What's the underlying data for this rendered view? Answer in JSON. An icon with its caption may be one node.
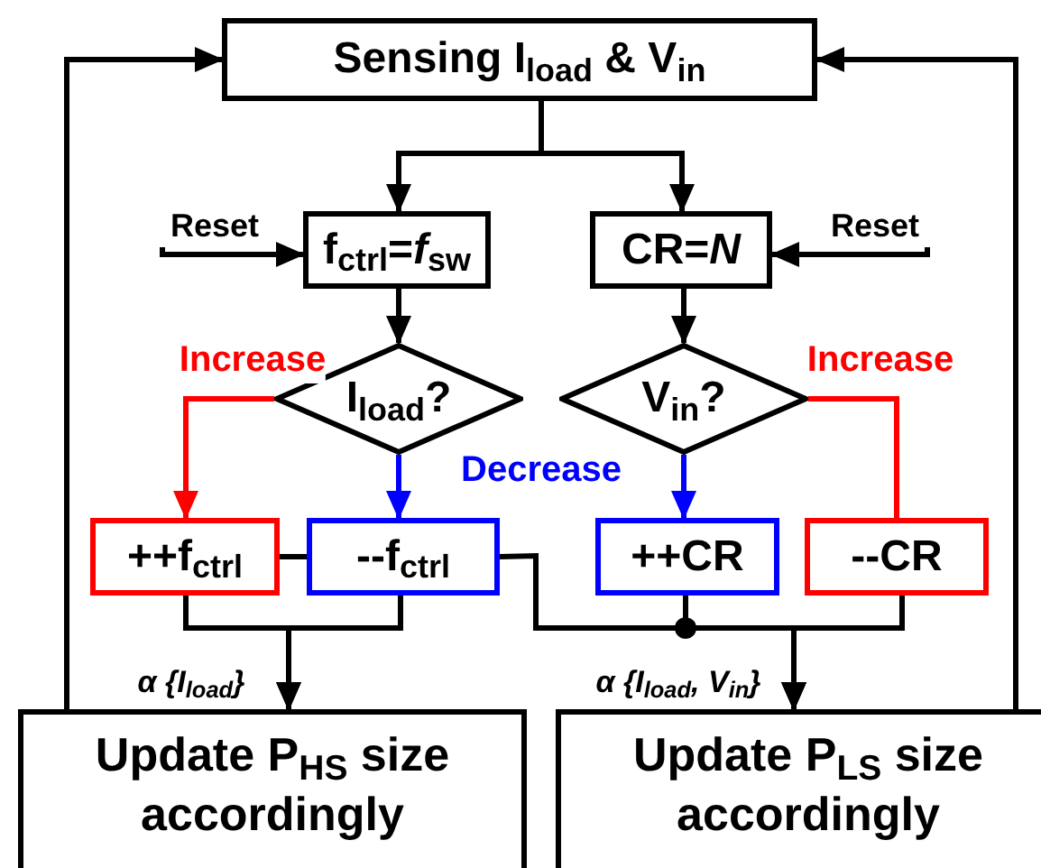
{
  "diagram": {
    "nodes": [
      {
        "text": [
          "Sensing I$_{load}$ & V$_{in}$"
        ]
      },
      {
        "text": [
          "Reset"
        ]
      },
      {
        "text": [
          "f$_{ctrl}$=*f*$_{sw}$"
        ]
      },
      {
        "text": [
          "CR=*N*"
        ]
      },
      {
        "text": [
          "Reset"
        ]
      },
      {
        "text": [
          "I$_{load}$?"
        ]
      },
      {
        "text": [
          "V$_{in}$?"
        ]
      },
      {
        "text": [
          "++f$_{ctrl}$"
        ]
      },
      {
        "text": [
          "--f$_{ctrl}$"
        ]
      },
      {
        "text": [
          "++CR"
        ]
      },
      {
        "text": [
          "--CR"
        ]
      },
      {
        "text": [
          "Update P$_{HS}$ size accordingly"
        ]
      },
      {
        "text": [
          "Update P$_{LS}$ size accordingly"
        ]
      }
    ],
    "edges": [
      {
        "from": 0,
        "to": 2,
        "arrow": "to"
      },
      {
        "from": 0,
        "to": 3,
        "arrow": "to"
      },
      {
        "from": 1,
        "to": 2,
        "arrow": "to"
      },
      {
        "from": 4,
        "to": 3,
        "arrow": "to"
      },
      {
        "from": 2,
        "to": 5,
        "arrow": "to"
      },
      {
        "from": 3,
        "to": 6,
        "arrow": "to"
      },
      {
        "from": 5,
        "to": 7,
        "arrow": "to",
        "label": "Increase",
        "color": "#ff0000"
      },
      {
        "from": 5,
        "to": 8,
        "arrow": "to",
        "label": "Decrease",
        "color": "#0000ff"
      },
      {
        "from": 6,
        "to": 9,
        "arrow": "to",
        "color": "#0000ff"
      },
      {
        "from": 6,
        "to": 10,
        "arrow": "none",
        "label": "Increase",
        "color": "#ff0000"
      },
      {
        "from": 7,
        "to": 11,
        "arrow": "to"
      },
      {
        "from": 8,
        "to": 11,
        "arrow": "to",
        "label": "α {I$_{load}$}"
      },
      {
        "from": 7,
        "to": 8,
        "arrow": "none"
      },
      {
        "from": 8,
        "to": 12,
        "arrow": "to"
      },
      {
        "from": 9,
        "to": 12,
        "arrow": "to"
      },
      {
        "from": 10,
        "to": 12,
        "arrow": "to",
        "label": "α {I$_{load}$, V$_{in}$}"
      },
      {
        "from": 11,
        "to": 0,
        "arrow": "to"
      },
      {
        "from": 12,
        "to": 0,
        "arrow": "to"
      }
    ]
  }
}
